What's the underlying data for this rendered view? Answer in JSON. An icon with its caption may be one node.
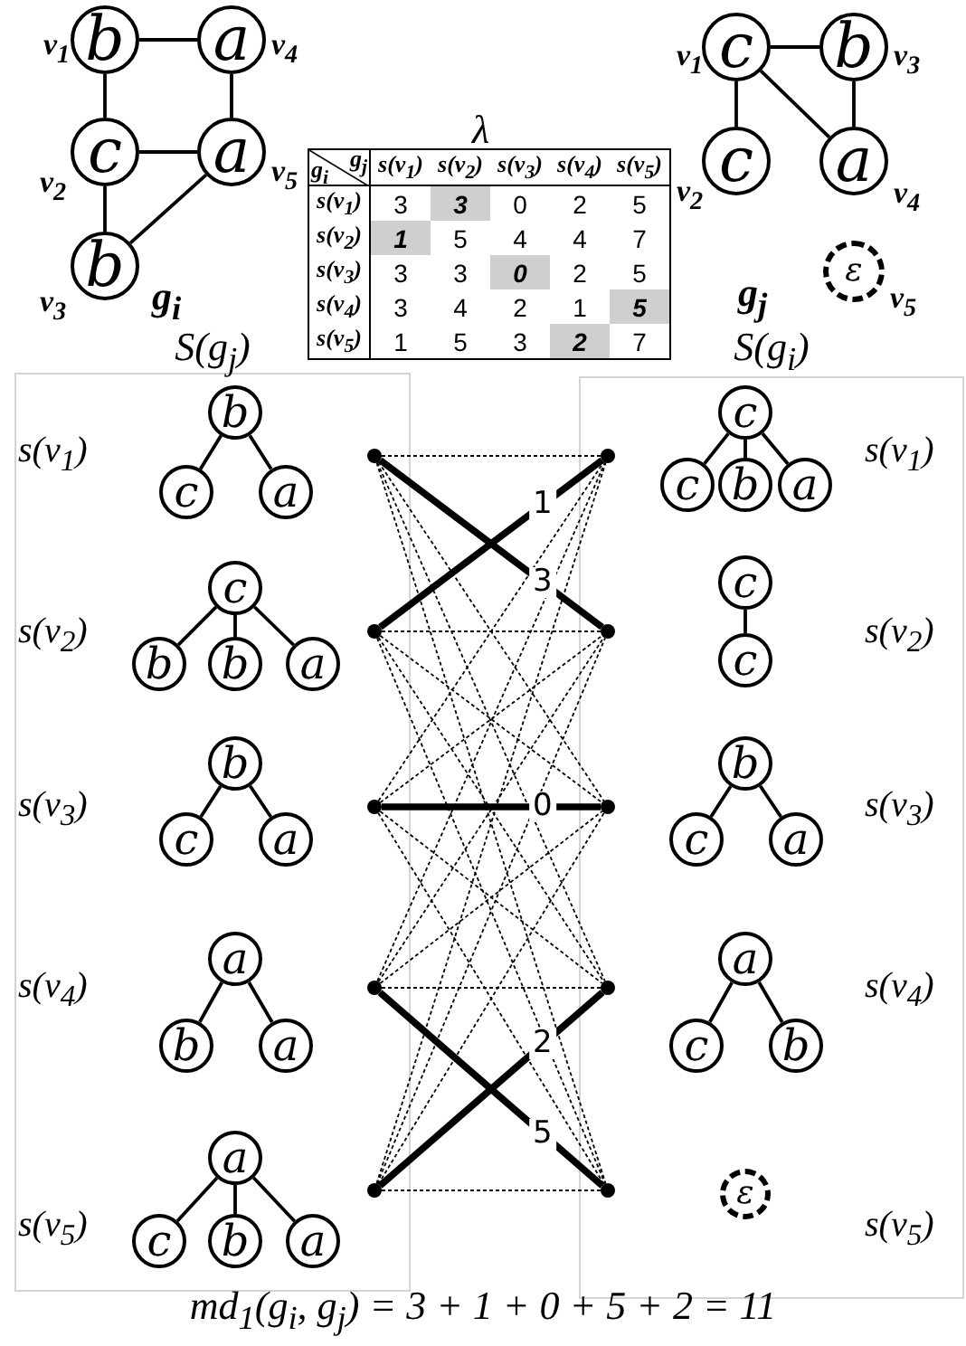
{
  "diagram": {
    "nodes": [
      {
        "text": [
          "b"
        ],
        "beside": [
          "v$_{1}$"
        ]
      },
      {
        "text": [
          "a"
        ],
        "beside": [
          "v$_{4}$"
        ]
      },
      {
        "text": [
          "c"
        ],
        "beside": [
          "v$_{2}$"
        ]
      },
      {
        "text": [
          "a"
        ],
        "beside": [
          "v$_{5}$"
        ]
      },
      {
        "text": [
          "b"
        ],
        "beside": [
          "v$_{3}$"
        ]
      },
      {
        "text": [
          "c"
        ],
        "beside": [
          "v$_{1}$"
        ]
      },
      {
        "text": [
          "b"
        ],
        "beside": [
          "v$_{3}$"
        ]
      },
      {
        "text": [
          "c"
        ],
        "beside": [
          "v$_{2}$"
        ]
      },
      {
        "text": [
          "a"
        ],
        "beside": [
          "v$_{4}$"
        ]
      },
      {
        "text": [
          "ε"
        ],
        "beside": [
          "v$_{5}$"
        ]
      },
      {
        "text": [
          "S(g$_{j}$)"
        ]
      },
      {
        "text": [
          "S(g$_{i}$)"
        ]
      },
      {
        "text": [
          "b"
        ],
        "in": 10
      },
      {
        "text": [
          "c"
        ],
        "in": 10
      },
      {
        "text": [
          "a"
        ],
        "in": 10
      },
      {
        "text": [
          "c"
        ],
        "in": 10
      },
      {
        "text": [
          "b"
        ],
        "in": 10
      },
      {
        "text": [
          "b"
        ],
        "in": 10
      },
      {
        "text": [
          "a"
        ],
        "in": 10
      },
      {
        "text": [
          "b"
        ],
        "in": 10
      },
      {
        "text": [
          "c"
        ],
        "in": 10
      },
      {
        "text": [
          "a"
        ],
        "in": 10
      },
      {
        "text": [
          "a"
        ],
        "in": 10
      },
      {
        "text": [
          "b"
        ],
        "in": 10
      },
      {
        "text": [
          "a"
        ],
        "in": 10
      },
      {
        "text": [
          "a"
        ],
        "in": 10
      },
      {
        "text": [
          "c"
        ],
        "in": 10
      },
      {
        "text": [
          "b"
        ],
        "in": 10
      },
      {
        "text": [
          "a"
        ],
        "in": 10
      },
      {
        "text": [],
        "shape": "circle",
        "in": 10
      },
      {
        "text": [],
        "shape": "circle",
        "in": 10
      },
      {
        "text": [],
        "shape": "circle",
        "in": 10
      },
      {
        "text": [],
        "shape": "circle",
        "in": 10
      },
      {
        "text": [],
        "shape": "circle",
        "in": 10
      },
      {
        "text": [
          "c"
        ],
        "in": 11
      },
      {
        "text": [
          "c"
        ],
        "in": 11
      },
      {
        "text": [
          "b"
        ],
        "in": 11
      },
      {
        "text": [
          "a"
        ],
        "in": 11
      },
      {
        "text": [
          "c"
        ],
        "in": 11
      },
      {
        "text": [
          "c"
        ],
        "in": 11
      },
      {
        "text": [
          "b"
        ],
        "in": 11
      },
      {
        "text": [
          "c"
        ],
        "in": 11
      },
      {
        "text": [
          "a"
        ],
        "in": 11
      },
      {
        "text": [
          "a"
        ],
        "in": 11
      },
      {
        "text": [
          "c"
        ],
        "in": 11
      },
      {
        "text": [
          "b"
        ],
        "in": 11
      },
      {
        "text": [
          "ε"
        ],
        "in": 11
      },
      {
        "text": [],
        "shape": "circle",
        "in": 11
      },
      {
        "text": [],
        "shape": "circle",
        "in": 11
      },
      {
        "text": [],
        "shape": "circle",
        "in": 11
      },
      {
        "text": [],
        "shape": "circle",
        "in": 11
      },
      {
        "text": [],
        "shape": "circle",
        "in": 11
      }
    ],
    "edges": [
      {
        "from": 0,
        "to": 1,
        "arrow": "none"
      },
      {
        "from": 0,
        "to": 2,
        "arrow": "none"
      },
      {
        "from": 1,
        "to": 3,
        "arrow": "none"
      },
      {
        "from": 2,
        "to": 3,
        "arrow": "none"
      },
      {
        "from": 2,
        "to": 4,
        "arrow": "none"
      },
      {
        "from": 3,
        "to": 4,
        "arrow": "none"
      },
      {
        "from": 5,
        "to": 6,
        "arrow": "none"
      },
      {
        "from": 5,
        "to": 7,
        "arrow": "none"
      },
      {
        "from": 5,
        "to": 8,
        "arrow": "none"
      },
      {
        "from": 6,
        "to": 8,
        "arrow": "none"
      },
      {
        "from": 12,
        "to": 13,
        "arrow": "none"
      },
      {
        "from": 12,
        "to": 14,
        "arrow": "none"
      },
      {
        "from": 15,
        "to": 16,
        "arrow": "none"
      },
      {
        "from": 15,
        "to": 17,
        "arrow": "none"
      },
      {
        "from": 15,
        "to": 18,
        "arrow": "none"
      },
      {
        "from": 19,
        "to": 20,
        "arrow": "none"
      },
      {
        "from": 19,
        "to": 21,
        "arrow": "none"
      },
      {
        "from": 22,
        "to": 23,
        "arrow": "none"
      },
      {
        "from": 22,
        "to": 24,
        "arrow": "none"
      },
      {
        "from": 25,
        "to": 26,
        "arrow": "none"
      },
      {
        "from": 25,
        "to": 27,
        "arrow": "none"
      },
      {
        "from": 25,
        "to": 28,
        "arrow": "none"
      },
      {
        "from": 34,
        "to": 35,
        "arrow": "none"
      },
      {
        "from": 34,
        "to": 36,
        "arrow": "none"
      },
      {
        "from": 34,
        "to": 37,
        "arrow": "none"
      },
      {
        "from": 38,
        "to": 39,
        "arrow": "none"
      },
      {
        "from": 40,
        "to": 41,
        "arrow": "none"
      },
      {
        "from": 40,
        "to": 42,
        "arrow": "none"
      },
      {
        "from": 43,
        "to": 44,
        "arrow": "none"
      },
      {
        "from": 43,
        "to": 45,
        "arrow": "none"
      },
      {
        "from": 29,
        "to": 47,
        "arrow": "none",
        "style": "dashed"
      },
      {
        "from": 29,
        "to": 48,
        "arrow": "none",
        "style": "thick",
        "label": "3"
      },
      {
        "from": 29,
        "to": 49,
        "arrow": "none",
        "style": "dashed"
      },
      {
        "from": 29,
        "to": 50,
        "arrow": "none",
        "style": "dashed"
      },
      {
        "from": 29,
        "to": 51,
        "arrow": "none",
        "style": "dashed"
      },
      {
        "from": 30,
        "to": 47,
        "arrow": "none",
        "style": "thick",
        "label": "1"
      },
      {
        "from": 30,
        "to": 48,
        "arrow": "none",
        "style": "dashed"
      },
      {
        "from": 30,
        "to": 49,
        "arrow": "none",
        "style": "dashed"
      },
      {
        "from": 30,
        "to": 50,
        "arrow": "none",
        "style": "dashed"
      },
      {
        "from": 30,
        "to": 51,
        "arrow": "none",
        "style": "dashed"
      },
      {
        "from": 31,
        "to": 47,
        "arrow": "none",
        "style": "dashed"
      },
      {
        "from": 31,
        "to": 48,
        "arrow": "none",
        "style": "dashed"
      },
      {
        "from": 31,
        "to": 49,
        "arrow": "none",
        "style": "thick",
        "label": "0"
      },
      {
        "from": 31,
        "to": 50,
        "arrow": "none",
        "style": "dashed"
      },
      {
        "from": 31,
        "to": 51,
        "arrow": "none",
        "style": "dashed"
      },
      {
        "from": 32,
        "to": 47,
        "arrow": "none",
        "style": "dashed"
      },
      {
        "from": 32,
        "to": 48,
        "arrow": "none",
        "style": "dashed"
      },
      {
        "from": 32,
        "to": 49,
        "arrow": "none",
        "style": "dashed"
      },
      {
        "from": 32,
        "to": 50,
        "arrow": "none",
        "style": "dashed"
      },
      {
        "from": 32,
        "to": 51,
        "arrow": "none",
        "style": "thick",
        "label": "5"
      },
      {
        "from": 33,
        "to": 47,
        "arrow": "none",
        "style": "dashed"
      },
      {
        "from": 33,
        "to": 48,
        "arrow": "none",
        "style": "dashed"
      },
      {
        "from": 33,
        "to": 49,
        "arrow": "none",
        "style": "dashed"
      },
      {
        "from": 33,
        "to": 50,
        "arrow": "none",
        "style": "thick",
        "label": "2"
      },
      {
        "from": 33,
        "to": 51,
        "arrow": "none",
        "style": "dashed"
      }
    ],
    "labels": [
      "λ",
      "g$_{i}$",
      "g$_{j}$",
      "s(v$_{1}$)",
      "s(v$_{2}$)",
      "s(v$_{3}$)",
      "s(v$_{4}$)",
      "s(v$_{5}$)",
      "s(v$_{1}$)",
      "3",
      "3",
      "0",
      "2",
      "5",
      "s(v$_{2}$)",
      "1",
      "5",
      "4",
      "4",
      "7",
      "s(v$_{3}$)",
      "3",
      "3",
      "0",
      "2",
      "5",
      "s(v$_{4}$)",
      "3",
      "4",
      "2",
      "1",
      "5",
      "s(v$_{5}$)",
      "1",
      "5",
      "3",
      "2",
      "7",
      "g$_{i}$",
      "g$_{j}$",
      "s(v$_{1}$)",
      "s(v$_{2}$)",
      "s(v$_{3}$)",
      "s(v$_{4}$)",
      "s(v$_{5}$)",
      "s(v$_{1}$)",
      "s(v$_{2}$)",
      "s(v$_{3}$)",
      "s(v$_{4}$)",
      "s(v$_{5}$)",
      "md$_{1}$(g$_{i}$, g$_{j}$) = 3 + 1 + 0 + 5 + 2 = 11"
    ]
  }
}
